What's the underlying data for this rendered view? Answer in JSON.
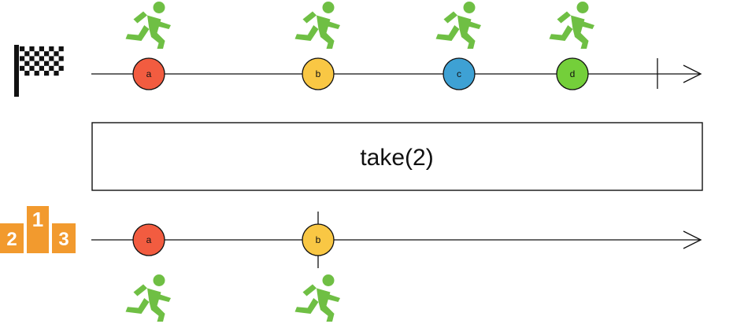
{
  "operator": {
    "label": "take(2)"
  },
  "input_stream": {
    "marbles": [
      {
        "label": "a",
        "color": "#f25c40"
      },
      {
        "label": "b",
        "color": "#f9c744"
      },
      {
        "label": "c",
        "color": "#3ea1d4"
      },
      {
        "label": "d",
        "color": "#74cf3a"
      }
    ],
    "completes": true
  },
  "output_stream": {
    "marbles": [
      {
        "label": "a",
        "color": "#f25c40"
      },
      {
        "label": "b",
        "color": "#f9c744"
      }
    ],
    "completes_with_last": true
  },
  "icons": {
    "input": "checkered-flag-icon",
    "output": "podium-icon",
    "runner": "running-person-icon"
  },
  "colors": {
    "runner": "#6fbf44",
    "podium": "#f29a2e",
    "flag": "#111111"
  }
}
